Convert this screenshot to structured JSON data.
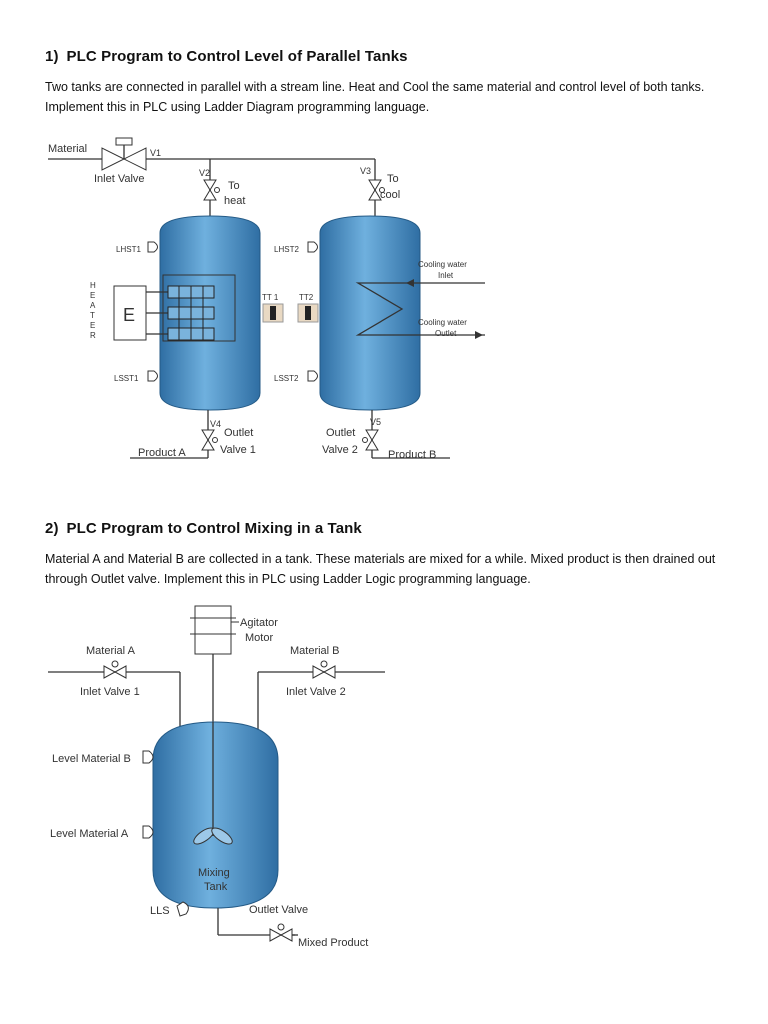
{
  "sections": [
    {
      "number": "1)",
      "title": "PLC Program to Control Level of Parallel Tanks",
      "description": "Two tanks are connected in parallel with a stream line. Heat and Cool the same material and control level of both tanks. Implement this in PLC using Ladder Diagram programming language.",
      "diagram": {
        "material": "Material",
        "v1": "V1",
        "inlet_valve": "Inlet Valve",
        "v2": "V2",
        "to_heat_1": "To",
        "to_heat_2": "heat",
        "v3": "V3",
        "to_cool_1": "To",
        "to_cool_2": "cool",
        "lhst1": "LHST1",
        "lhst2": "LHST2",
        "heater_letters": [
          "H",
          "E",
          "A",
          "T",
          "E",
          "R"
        ],
        "heater_box": "E",
        "tt1": "TT 1",
        "tt2": "TT2",
        "cooling_inlet_1": "Cooling water",
        "cooling_inlet_2": "Inlet",
        "cooling_outlet_1": "Cooling water",
        "cooling_outlet_2": "Outlet",
        "lsst1": "LSST1",
        "lsst2": "LSST2",
        "v4": "V4",
        "outlet_valve1_1": "Outlet",
        "outlet_valve1_2": "Valve 1",
        "product_a": "Product A",
        "v5": "V5",
        "outlet_valve2_1": "Outlet",
        "outlet_valve2_2": "Valve 2",
        "product_b": "Product B"
      }
    },
    {
      "number": "2)",
      "title": "PLC Program to Control Mixing in a Tank",
      "description": "Material A and Material B are collected in a tank. These materials are mixed for a while. Mixed product is then drained out through Outlet valve. Implement this in PLC using Ladder Logic programming language.",
      "diagram": {
        "agitator_1": "Agitator",
        "agitator_2": "Motor",
        "material_a": "Material A",
        "inlet_valve_1": "Inlet Valve 1",
        "material_b": "Material B",
        "inlet_valve_2": "Inlet Valve 2",
        "level_b": "Level Material B",
        "level_a": "Level Material A",
        "mixing_1": "Mixing",
        "mixing_2": "Tank",
        "lls": "LLS",
        "outlet_valve": "Outlet Valve",
        "mixed_product": "Mixed Product"
      }
    }
  ],
  "colors": {
    "tank_dark": "#2f6ea3",
    "tank_mid": "#4a90c8",
    "tank_light": "#6fb0de",
    "line": "#333333"
  }
}
